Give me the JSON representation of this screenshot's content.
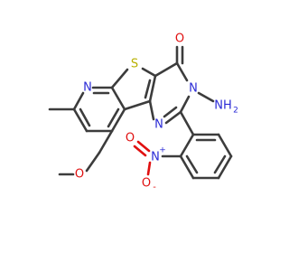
{
  "atoms": {
    "N_pyridine": "N",
    "S_thiophene": "S",
    "O_carbonyl": "O",
    "N3": "N",
    "NH2_label": "NH",
    "NH2_sub": "2",
    "N1": "N",
    "N_nitro": "N",
    "N_nitro_charge": "+",
    "O_nitro_top": "O",
    "O_nitro_bottom": "O",
    "O_nitro_charge": "-",
    "O_ether": "O"
  },
  "colors": {
    "carbon": "#3c3c3c",
    "nitrogen": "#2b2bd6",
    "oxygen": "#e01010",
    "sulfur": "#b8b000"
  }
}
